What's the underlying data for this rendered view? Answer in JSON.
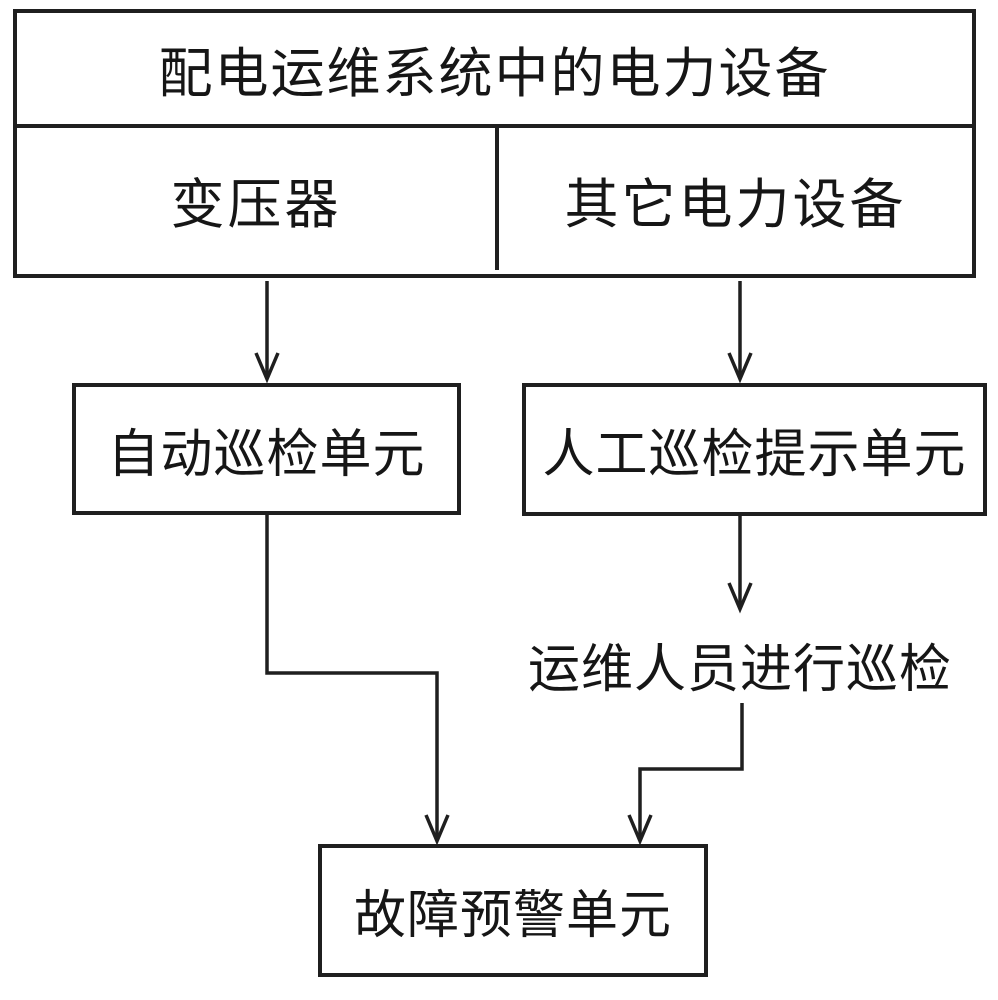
{
  "page": {
    "background_color": "#ffffff",
    "line_color": "#1f1f1f",
    "text_color": "#161616"
  },
  "diagram": {
    "top_table": {
      "title": "配电运维系统中的电力设备",
      "left_cell": "变压器",
      "right_cell": "其它电力设备"
    },
    "auto_inspection_unit": "自动巡检单元",
    "manual_inspection_prompt_unit": "人工巡检提示单元",
    "personnel_inspection_label": "运维人员进行巡检",
    "fault_warning_unit": "故障预警单元"
  }
}
